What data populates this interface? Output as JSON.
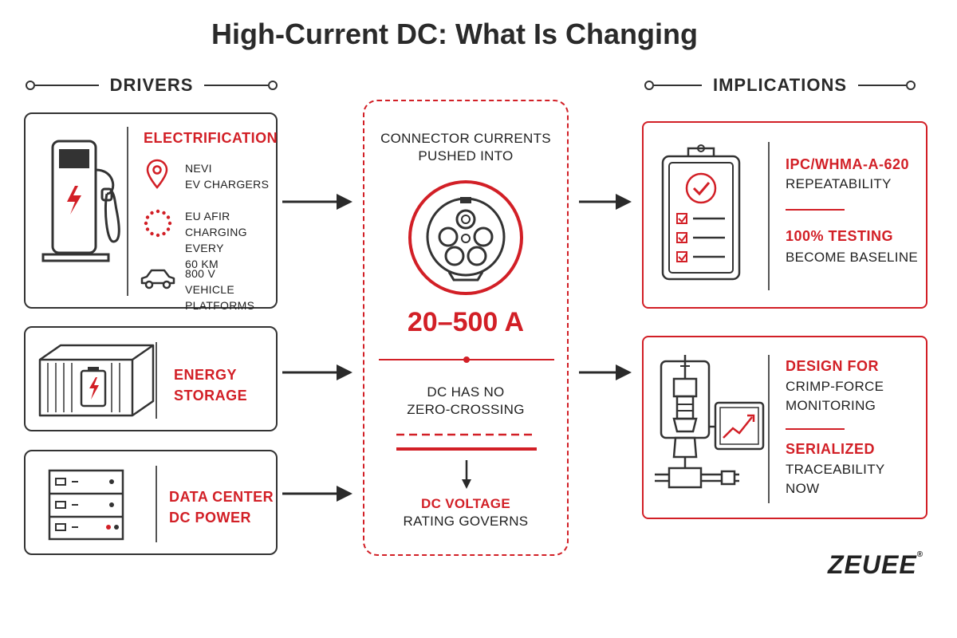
{
  "title": "High-Current DC: What Is Changing",
  "drivers_heading": "DRIVERS",
  "implications_heading": "IMPLICATIONS",
  "drivers": {
    "electrification": {
      "heading": "ELECTRIFICATION",
      "items": [
        {
          "icon": "location-pin-icon",
          "line1": "NEVI",
          "line2": "EV CHARGERS"
        },
        {
          "icon": "eu-stars-icon",
          "line1": "EU AFIR",
          "line2": "CHARGING EVERY",
          "line3": "60 KM"
        },
        {
          "icon": "car-icon",
          "line1": "800 V",
          "line2": "VEHICLE PLATFORMS"
        }
      ]
    },
    "energy_storage": {
      "line1": "ENERGY",
      "line2": "STORAGE"
    },
    "data_center": {
      "line1": "DATA CENTER",
      "line2": "DC POWER"
    }
  },
  "center": {
    "intro_line1": "CONNECTOR CURRENTS",
    "intro_line2": "PUSHED INTO",
    "current_range": "20–500 A",
    "dc_line1": "DC HAS NO",
    "dc_line2": "ZERO-CROSSING",
    "voltage_line1": "DC VOLTAGE",
    "voltage_line2": "RATING GOVERNS"
  },
  "implications": {
    "top": {
      "head1": "IPC/WHMA-A-620",
      "sub1": "REPEATABILITY",
      "head2": "100% TESTING",
      "sub2": "BECOME BASELINE"
    },
    "bottom": {
      "head1": "DESIGN FOR",
      "sub1a": "CRIMP-FORCE",
      "sub1b": "MONITORING",
      "head2": "SERIALIZED",
      "sub2a": "TRACEABILITY",
      "sub2b": "NOW"
    }
  },
  "brand": {
    "logo": "ZEUEE",
    "registered": "®"
  },
  "colors": {
    "accent": "#d21f26",
    "ink": "#2a2a2a"
  }
}
